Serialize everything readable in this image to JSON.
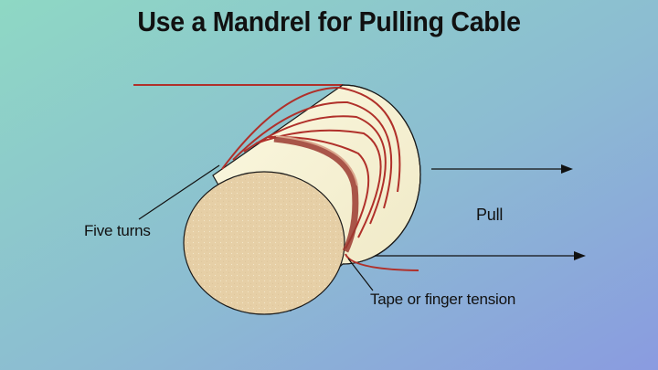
{
  "title": "Use a Mandrel for Pulling Cable",
  "labels": {
    "five_turns": "Five turns",
    "pull": "Pull",
    "tape_tension": "Tape or finger tension"
  },
  "colors": {
    "background_start": "#8ed8c4",
    "background_end": "#8a9be0",
    "cable": "#b0302a",
    "mandrel_face": "#e6cfa6",
    "mandrel_body": "#f5f1d4",
    "outline": "#1a1a1a"
  }
}
